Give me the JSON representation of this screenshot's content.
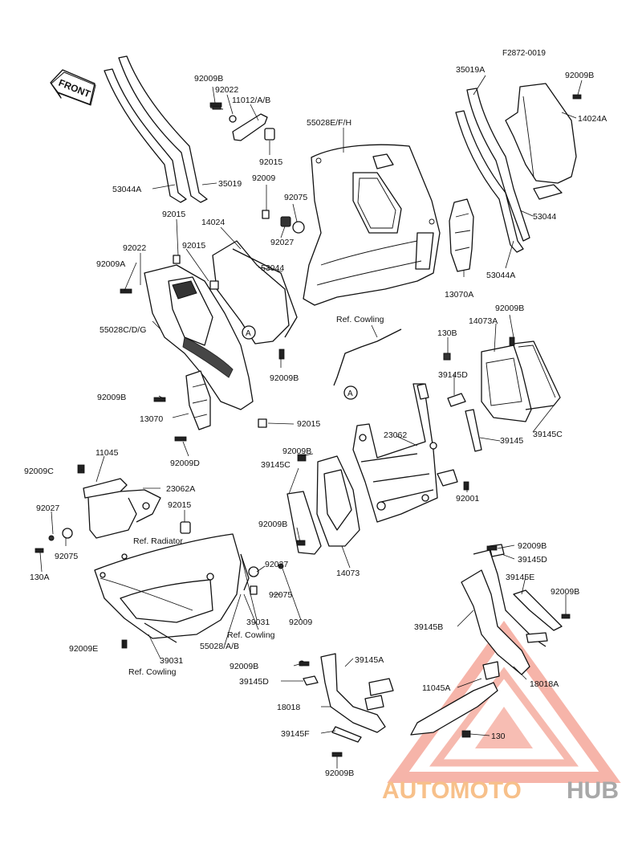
{
  "diagram": {
    "ref_code": "F2872-0019",
    "front_label": "FRONT",
    "circle_marker": "A",
    "labels": {
      "p92009B_a": "92009B",
      "p92022_a": "92022",
      "p11012": "11012/A/B",
      "p92015_a": "92015",
      "p92009_a": "92009",
      "p92075_a": "92075",
      "p92027_a": "92027",
      "p55028EFH": "55028E/F/H",
      "p35019A": "35019A",
      "p92009B_b": "92009B",
      "p14024A": "14024A",
      "p53044A": "53044A",
      "p35019": "35019",
      "p53044_a": "53044",
      "p53044A_b": "53044A",
      "p13070A": "13070A",
      "p92015_b": "92015",
      "p14024": "14024",
      "p92015_c": "92015",
      "p92022_b": "92022",
      "p92009A": "92009A",
      "p53044_b": "53044",
      "p55028CDG": "55028C/D/G",
      "p92009B_c": "92009B",
      "p92009B_d": "92009B",
      "p13070": "13070",
      "p92015_d": "92015",
      "p92009D": "92009D",
      "refCowling_a": "Ref. Cowling",
      "p130B": "130B",
      "p92009B_e": "92009B",
      "p14073A": "14073A",
      "p39145D_a": "39145D",
      "p39145_a": "39145",
      "p39145C_a": "39145C",
      "p23062": "23062",
      "p92009B_f": "92009B",
      "p39145C_b": "39145C",
      "p92001": "92001",
      "p11045": "11045",
      "p92009C": "92009C",
      "p23062A": "23062A",
      "p92015_e": "92015",
      "p92027_b": "92027",
      "refRadiator": "Ref. Radiator",
      "p92075_b": "92075",
      "p130A": "130A",
      "p92009B_g": "92009B",
      "p14073": "14073",
      "p92027_c": "92027",
      "p92075_c": "92075",
      "p39031_a": "39031",
      "p92009_b": "92009",
      "refCowling_b": "Ref. Cowling",
      "p55028AB": "55028/A/B",
      "p92009E": "92009E",
      "p39031_b": "39031",
      "refCowling_c": "Ref. Cowling",
      "p92009B_h": "92009B",
      "p39145D_b": "39145D",
      "p39145E": "39145E",
      "p92009B_i": "92009B",
      "p39145B": "39145B",
      "p18018A": "18018A",
      "p92009B_j": "92009B",
      "p39145A": "39145A",
      "p39145D_c": "39145D",
      "p11045A": "11045A",
      "p18018": "18018",
      "p39145F": "39145F",
      "p130": "130",
      "p92009B_k": "92009B"
    }
  },
  "watermark": {
    "brand_part1": "AUTOMOTO",
    "brand_part2": "HUB",
    "color_primary": "#f4a79a",
    "color_secondary": "#a8a8a8",
    "color_accent": "#f7c08a"
  }
}
